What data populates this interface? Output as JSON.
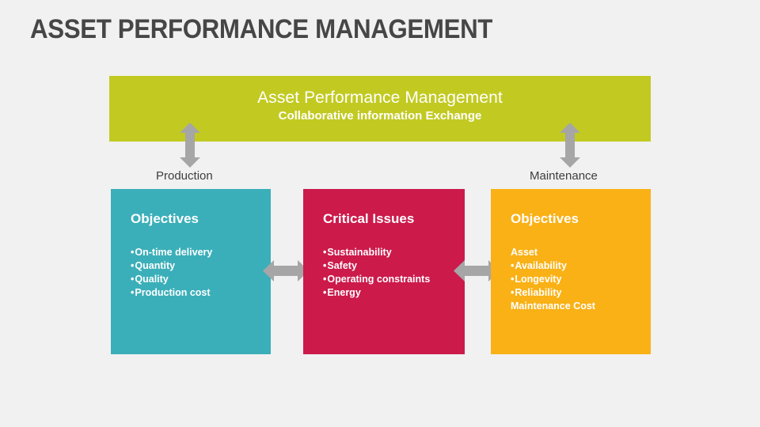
{
  "page_title": "ASSET PERFORMANCE MANAGEMENT",
  "colors": {
    "background": "#f1f1f1",
    "banner_green": "#c2ca22",
    "panel_teal": "#3bafb9",
    "panel_crimson": "#cc1a4b",
    "panel_orange": "#f9b116",
    "arrow_gray": "#a6a6a6",
    "title_gray": "#464646"
  },
  "banner": {
    "title": "Asset Performance Management",
    "subtitle": "Collaborative information Exchange"
  },
  "flows": {
    "production_label": "Production",
    "maintenance_label": "Maintenance"
  },
  "panels": [
    {
      "id": "production",
      "heading": "Objectives",
      "items": [
        {
          "text": "On-time delivery",
          "bullet": true
        },
        {
          "text": "Quantity",
          "bullet": true
        },
        {
          "text": "Quality",
          "bullet": true
        },
        {
          "text": "Production cost",
          "bullet": true
        }
      ]
    },
    {
      "id": "critical",
      "heading": "Critical Issues",
      "items": [
        {
          "text": "Sustainability",
          "bullet": true
        },
        {
          "text": "Safety",
          "bullet": true
        },
        {
          "text": "Operating constraints",
          "bullet": true
        },
        {
          "text": "Energy",
          "bullet": true
        }
      ]
    },
    {
      "id": "maintenance",
      "heading": "Objectives",
      "items": [
        {
          "text": "Asset",
          "bullet": false
        },
        {
          "text": "Availability",
          "bullet": true
        },
        {
          "text": "Longevity",
          "bullet": true
        },
        {
          "text": "Reliability",
          "bullet": true
        },
        {
          "text": "Maintenance Cost",
          "bullet": false
        }
      ]
    }
  ]
}
